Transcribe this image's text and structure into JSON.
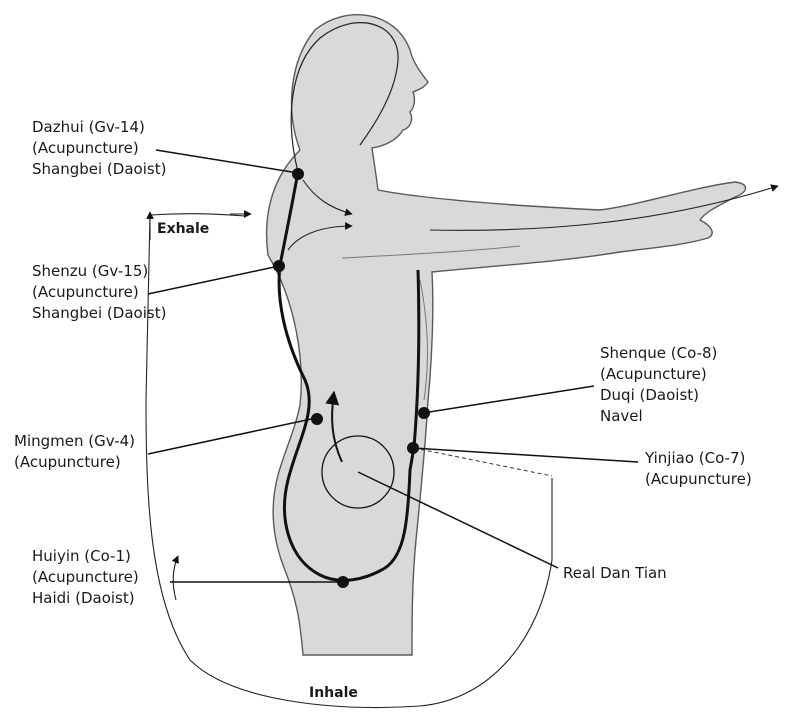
{
  "points": {
    "dazhui": [
      "Dazhui (Gv-14)",
      "(Acupuncture)",
      "Shangbei (Daoist)"
    ],
    "shenzu": [
      "Shenzu (Gv-15)",
      "(Acupuncture)",
      "Shangbei (Daoist)"
    ],
    "mingmen": [
      "Mingmen (Gv-4)",
      "(Acupuncture)"
    ],
    "huiyin": [
      "Huiyin (Co-1)",
      "(Acupuncture)",
      "Haidi (Daoist)"
    ],
    "shenque": [
      "Shenque (Co-8)",
      "(Acupuncture)",
      "Duqi (Daoist)",
      "Navel"
    ],
    "yinjiao": [
      "Yinjiao (Co-7)",
      "(Acupuncture)"
    ],
    "dantian": [
      "Real Dan Tian"
    ]
  },
  "breath": {
    "exhale": "Exhale",
    "inhale": "Inhale"
  },
  "colors": {
    "body_fill": "#d9d9d9",
    "line": "#111111",
    "background": "#ffffff"
  }
}
